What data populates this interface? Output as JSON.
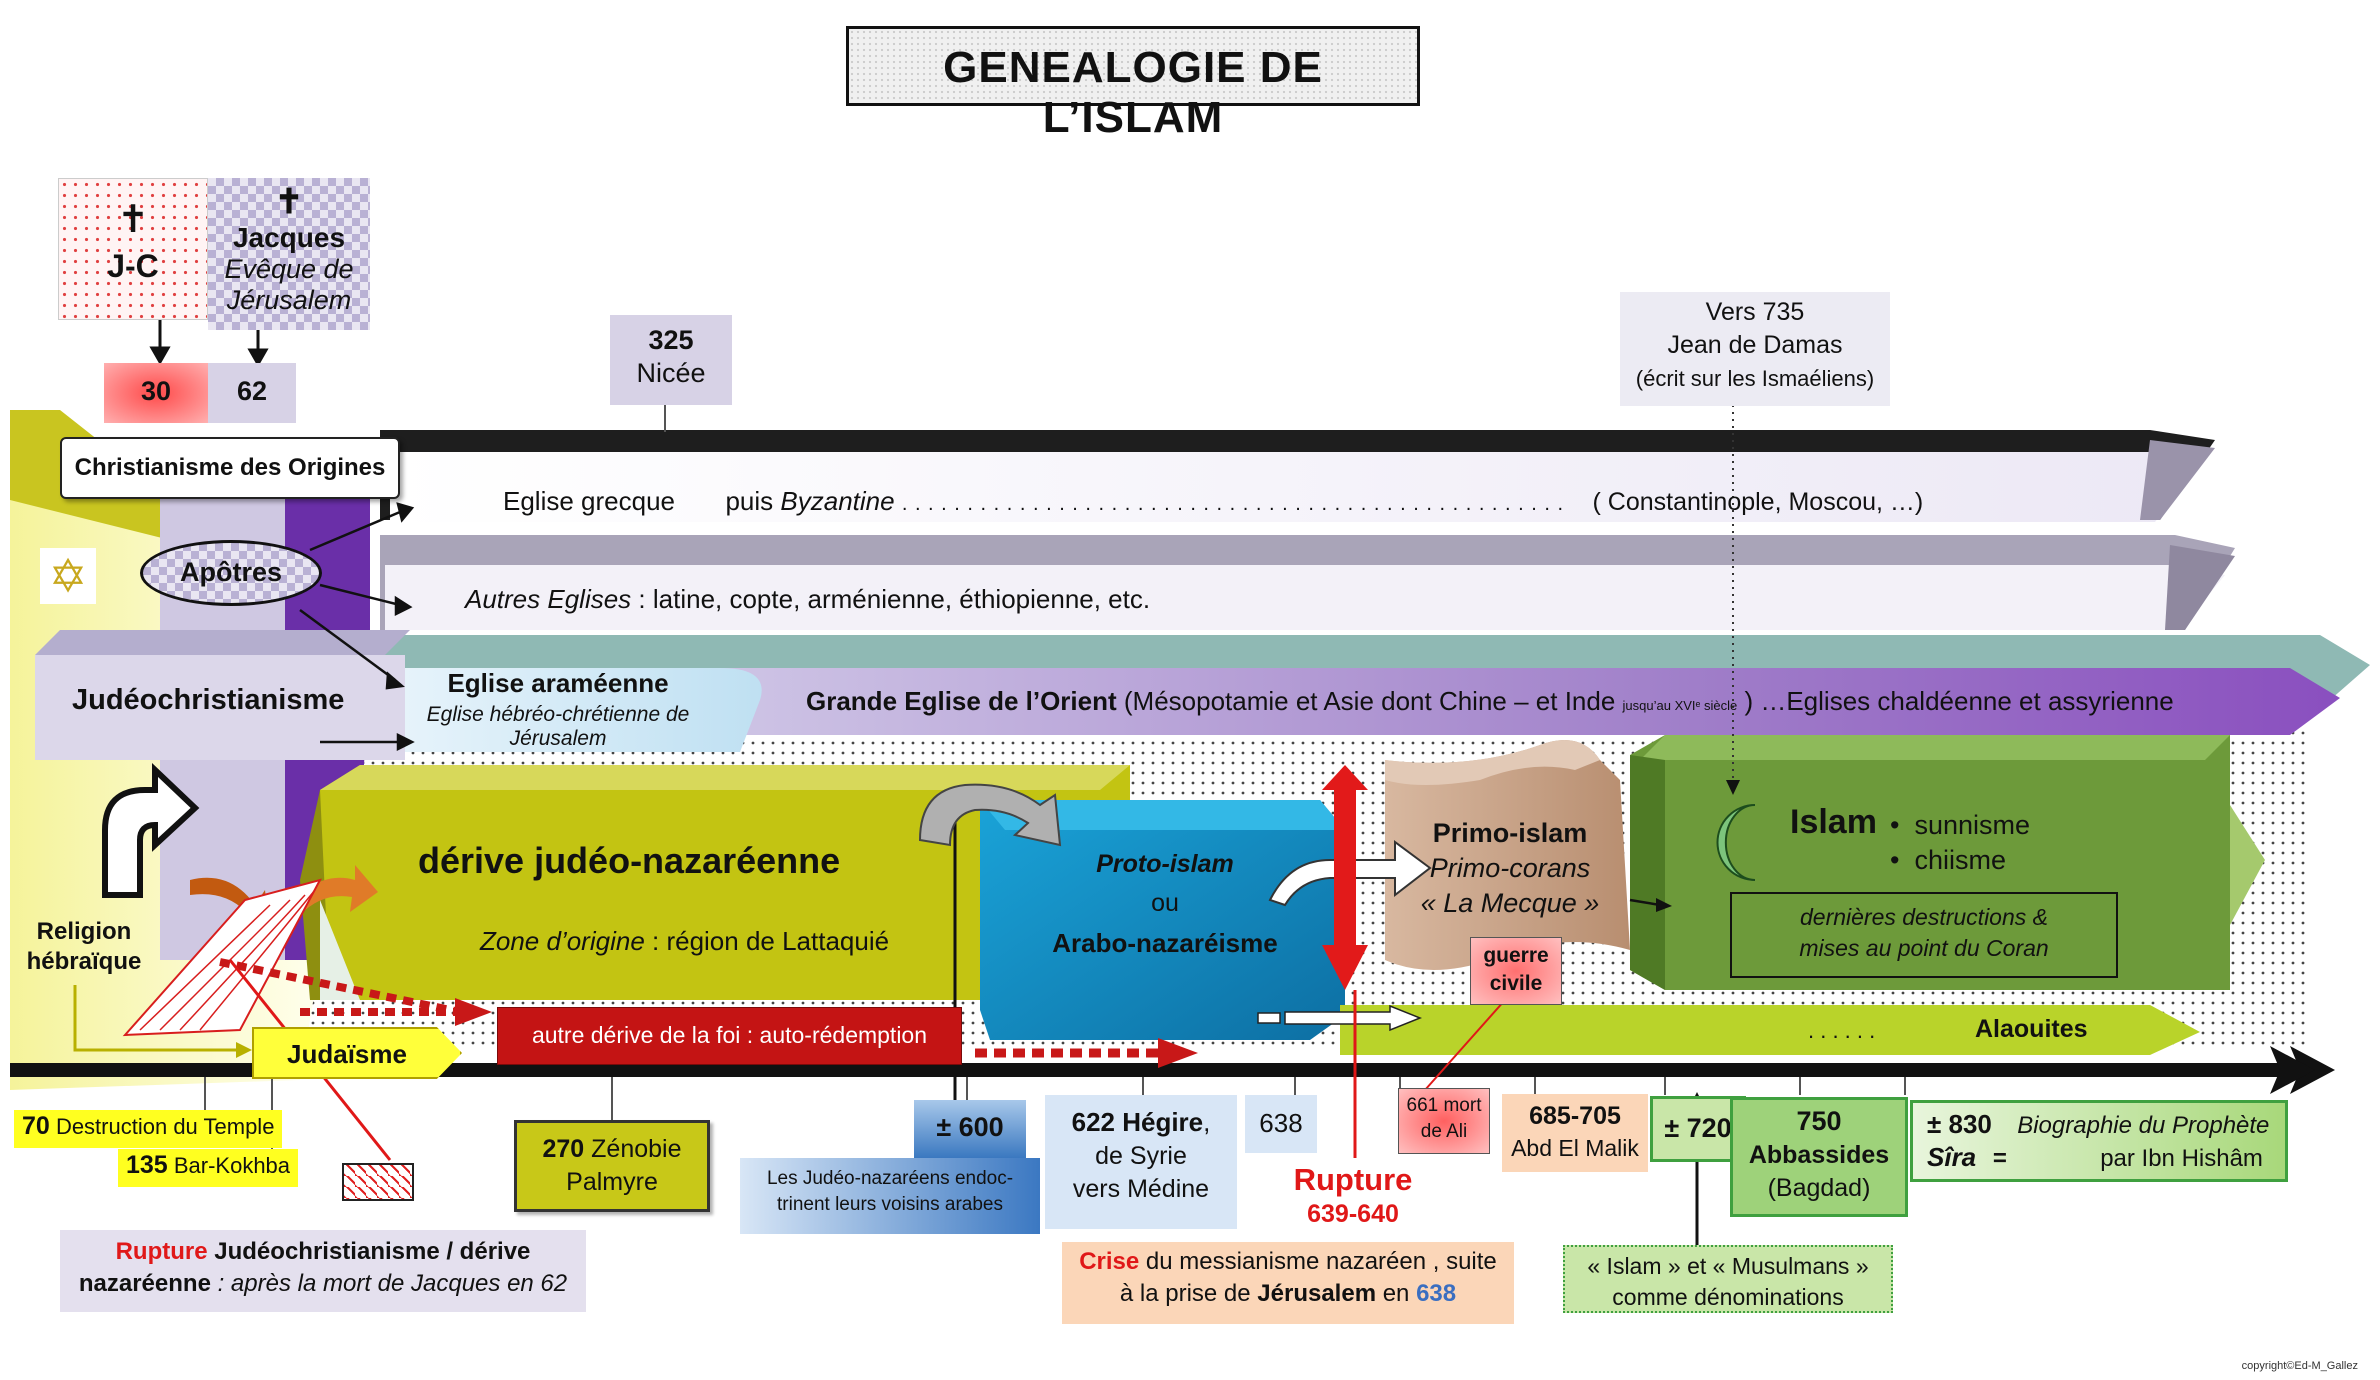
{
  "title": "GENEALOGIE  DE  L’ISLAM",
  "copyright": "copyright©Ed-M_Gallez",
  "top_persons": {
    "jc": {
      "cross": "✝",
      "name": "J-C"
    },
    "jacques": {
      "cross": "✝",
      "name": "Jacques",
      "role_line1": "Evêque de",
      "role_line2": "Jérusalem"
    }
  },
  "dates_top": {
    "jc": "30",
    "jacques": "62"
  },
  "nicee": {
    "year": "325",
    "place": "Nicée"
  },
  "jean_damas": {
    "line1": "Vers 735",
    "line2": "Jean de Damas",
    "line3": "(écrit sur les Ismaéliens)"
  },
  "origins": {
    "christianisme": "Christianisme des Origines",
    "apotres": "Apôtres",
    "judeochristianisme": "Judéochristianisme",
    "religion_hebraique_1": "Religion",
    "religion_hebraique_2": "hébraïque",
    "star_icon": "✡"
  },
  "bands": {
    "grecque_main": "Eglise grecque",
    "grecque_puis": "puis",
    "grecque_byz": "Byzantine",
    "grecque_dots": ". . . . . . . . . . . . . . . . . . . . . . . . . . . . . . . . . . . . . . . . . . . . . . . . . . .",
    "grecque_tail": "( Constantinople, Moscou, …)",
    "autres_main": "Autres Eglises",
    "autres_tail": ":   latine, copte, arménienne, éthiopienne, etc.",
    "arameenne_title": "Eglise araméenne",
    "arameenne_sub": "Eglise hébréo-chrétienne de Jérusalem",
    "orient_bold": "Grande Eglise de l’Orient",
    "orient_text": "(Mésopotamie et Asie dont Chine – et Inde",
    "orient_small": "jusqu’au XVIᵉ siècle",
    "orient_tail": ") …Eglises chaldéenne et assyrienne"
  },
  "derive": {
    "title": "dérive judéo-nazaréenne",
    "zone_italic": "Zone d’origine",
    "zone_text": " : région de Lattaquié",
    "autre_derive": "autre dérive de la foi : auto-rédemption"
  },
  "judaisme": "Judaïsme",
  "proto": {
    "line1": "Proto-islam",
    "line2": "ou",
    "line3": "Arabo-nazaréisme"
  },
  "primo": {
    "line1": "Primo-islam",
    "line2": "Primo-corans",
    "line3": "« La Mecque »"
  },
  "guerre": {
    "line1": "guerre",
    "line2": "civile"
  },
  "islam": {
    "title": "Islam",
    "bullet1": "sunnisme",
    "bullet2": "chiisme",
    "note1": "dernières destructions &",
    "note2": "mises au  point du Coran"
  },
  "alaouites": {
    "dots": ". . . . . .",
    "label": "Alaouites"
  },
  "timeline": {
    "d70_year": "70",
    "d70_text": "Destruction du Temple",
    "d135_year": "135",
    "d135_text": "Bar-Kokhba",
    "rupture_red": "Rupture",
    "rupture_bold": "Judéochristianisme / dérive",
    "rupture_bold2": "nazaréenne",
    "rupture_it": ":  après la mort de Jacques en 62",
    "d270_line1_bold": "270",
    "d270_line1": "Zénobie",
    "d270_line2": "Palmyre",
    "d600": "± 600",
    "d600_note1": "Les Judéo-nazaréens endoc-",
    "d600_note2": "trinent leurs voisins arabes",
    "d622_bold": "622  Hégire",
    "d622_comma": ",",
    "d622_line2": "de Syrie",
    "d622_line3": "vers Médine",
    "d638": "638",
    "rupture639_1": "Rupture",
    "rupture639_2": "639-640",
    "crise_red": "Crise",
    "crise_text": "du messianisme nazaréen , suite",
    "crise_line2a": "à la prise de",
    "crise_line2b": "Jérusalem",
    "crise_line2c": "en",
    "crise_line2d": "638",
    "d661_1": "661 mort",
    "d661_2": "de Ali",
    "d685": "685-705",
    "d685_name": "Abd El Malik",
    "d720": "± 720",
    "denom_1": "« Islam » et « Musulmans »",
    "denom_2": "comme dénominations",
    "d750": "750",
    "d750_name": "Abbassides",
    "d750_place": "(Bagdad)",
    "d830_bold": "± 830",
    "d830_text": "Biographie du Prophète",
    "sira": "Sîra",
    "sira_eq": "=",
    "sira_text": "par Ibn Hishâm"
  },
  "colors": {
    "purple": "#6a2fa8",
    "olive": "#c3c412",
    "blue": "#1593c9",
    "green": "#6d9a3a",
    "red": "#d61a1a",
    "tan": "#c9a48a"
  }
}
